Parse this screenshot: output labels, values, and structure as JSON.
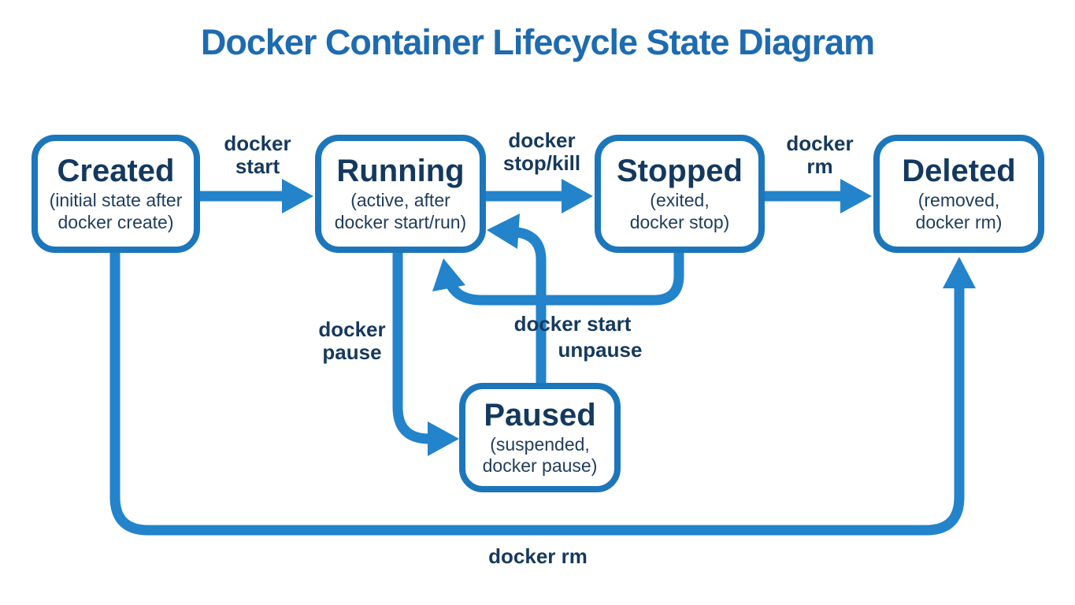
{
  "title": "Docker Container Lifecycle State Diagram",
  "colors": {
    "accent": "#2383cb",
    "box_border": "#1c76bb",
    "text_dark": "#16395e",
    "title_blue": "#1e6bb0",
    "background": "#ffffff"
  },
  "states": [
    {
      "id": "created",
      "name": "Created",
      "subtitle": "(initial state after\ndocker create)"
    },
    {
      "id": "running",
      "name": "Running",
      "subtitle": "(active, after\ndocker start/run)"
    },
    {
      "id": "stopped",
      "name": "Stopped",
      "subtitle": "(exited,\ndocker stop)"
    },
    {
      "id": "deleted",
      "name": "Deleted",
      "subtitle": "(removed,\ndocker rm)"
    },
    {
      "id": "paused",
      "name": "Paused",
      "subtitle": "(suspended,\ndocker pause)"
    }
  ],
  "transitions": [
    {
      "from": "created",
      "to": "running",
      "label": "docker\nstart"
    },
    {
      "from": "running",
      "to": "stopped",
      "label": "docker\nstop/kill"
    },
    {
      "from": "stopped",
      "to": "deleted",
      "label": "docker\nrm"
    },
    {
      "from": "running",
      "to": "paused",
      "label": "docker\npause"
    },
    {
      "from": "paused",
      "to": "running",
      "label": "unpause"
    },
    {
      "from": "stopped",
      "to": "running",
      "label": "docker start"
    },
    {
      "from": "created",
      "to": "deleted",
      "label": "docker rm"
    }
  ]
}
